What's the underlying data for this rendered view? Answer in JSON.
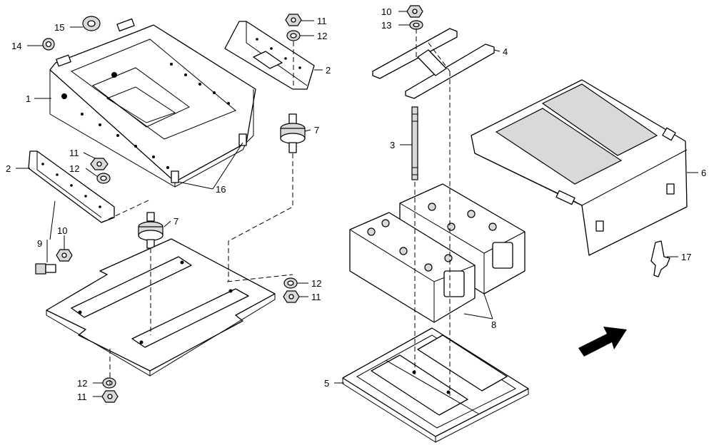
{
  "callouts": [
    {
      "id": "c1",
      "text": "1"
    },
    {
      "id": "c2a",
      "text": "2"
    },
    {
      "id": "c2b",
      "text": "2"
    },
    {
      "id": "c3",
      "text": "3"
    },
    {
      "id": "c4",
      "text": "4"
    },
    {
      "id": "c5",
      "text": "5"
    },
    {
      "id": "c6",
      "text": "6"
    },
    {
      "id": "c7a",
      "text": "7"
    },
    {
      "id": "c7b",
      "text": "7"
    },
    {
      "id": "c8",
      "text": "8"
    },
    {
      "id": "c9",
      "text": "9"
    },
    {
      "id": "c10a",
      "text": "10"
    },
    {
      "id": "c10b",
      "text": "10"
    },
    {
      "id": "c11a",
      "text": "11"
    },
    {
      "id": "c11b",
      "text": "11"
    },
    {
      "id": "c11c",
      "text": "11"
    },
    {
      "id": "c11d",
      "text": "11"
    },
    {
      "id": "c12a",
      "text": "12"
    },
    {
      "id": "c12b",
      "text": "12"
    },
    {
      "id": "c12c",
      "text": "12"
    },
    {
      "id": "c12d",
      "text": "12"
    },
    {
      "id": "c13",
      "text": "13"
    },
    {
      "id": "c14",
      "text": "14"
    },
    {
      "id": "c15",
      "text": "15"
    },
    {
      "id": "c16",
      "text": "16"
    },
    {
      "id": "c17",
      "text": "17"
    }
  ]
}
